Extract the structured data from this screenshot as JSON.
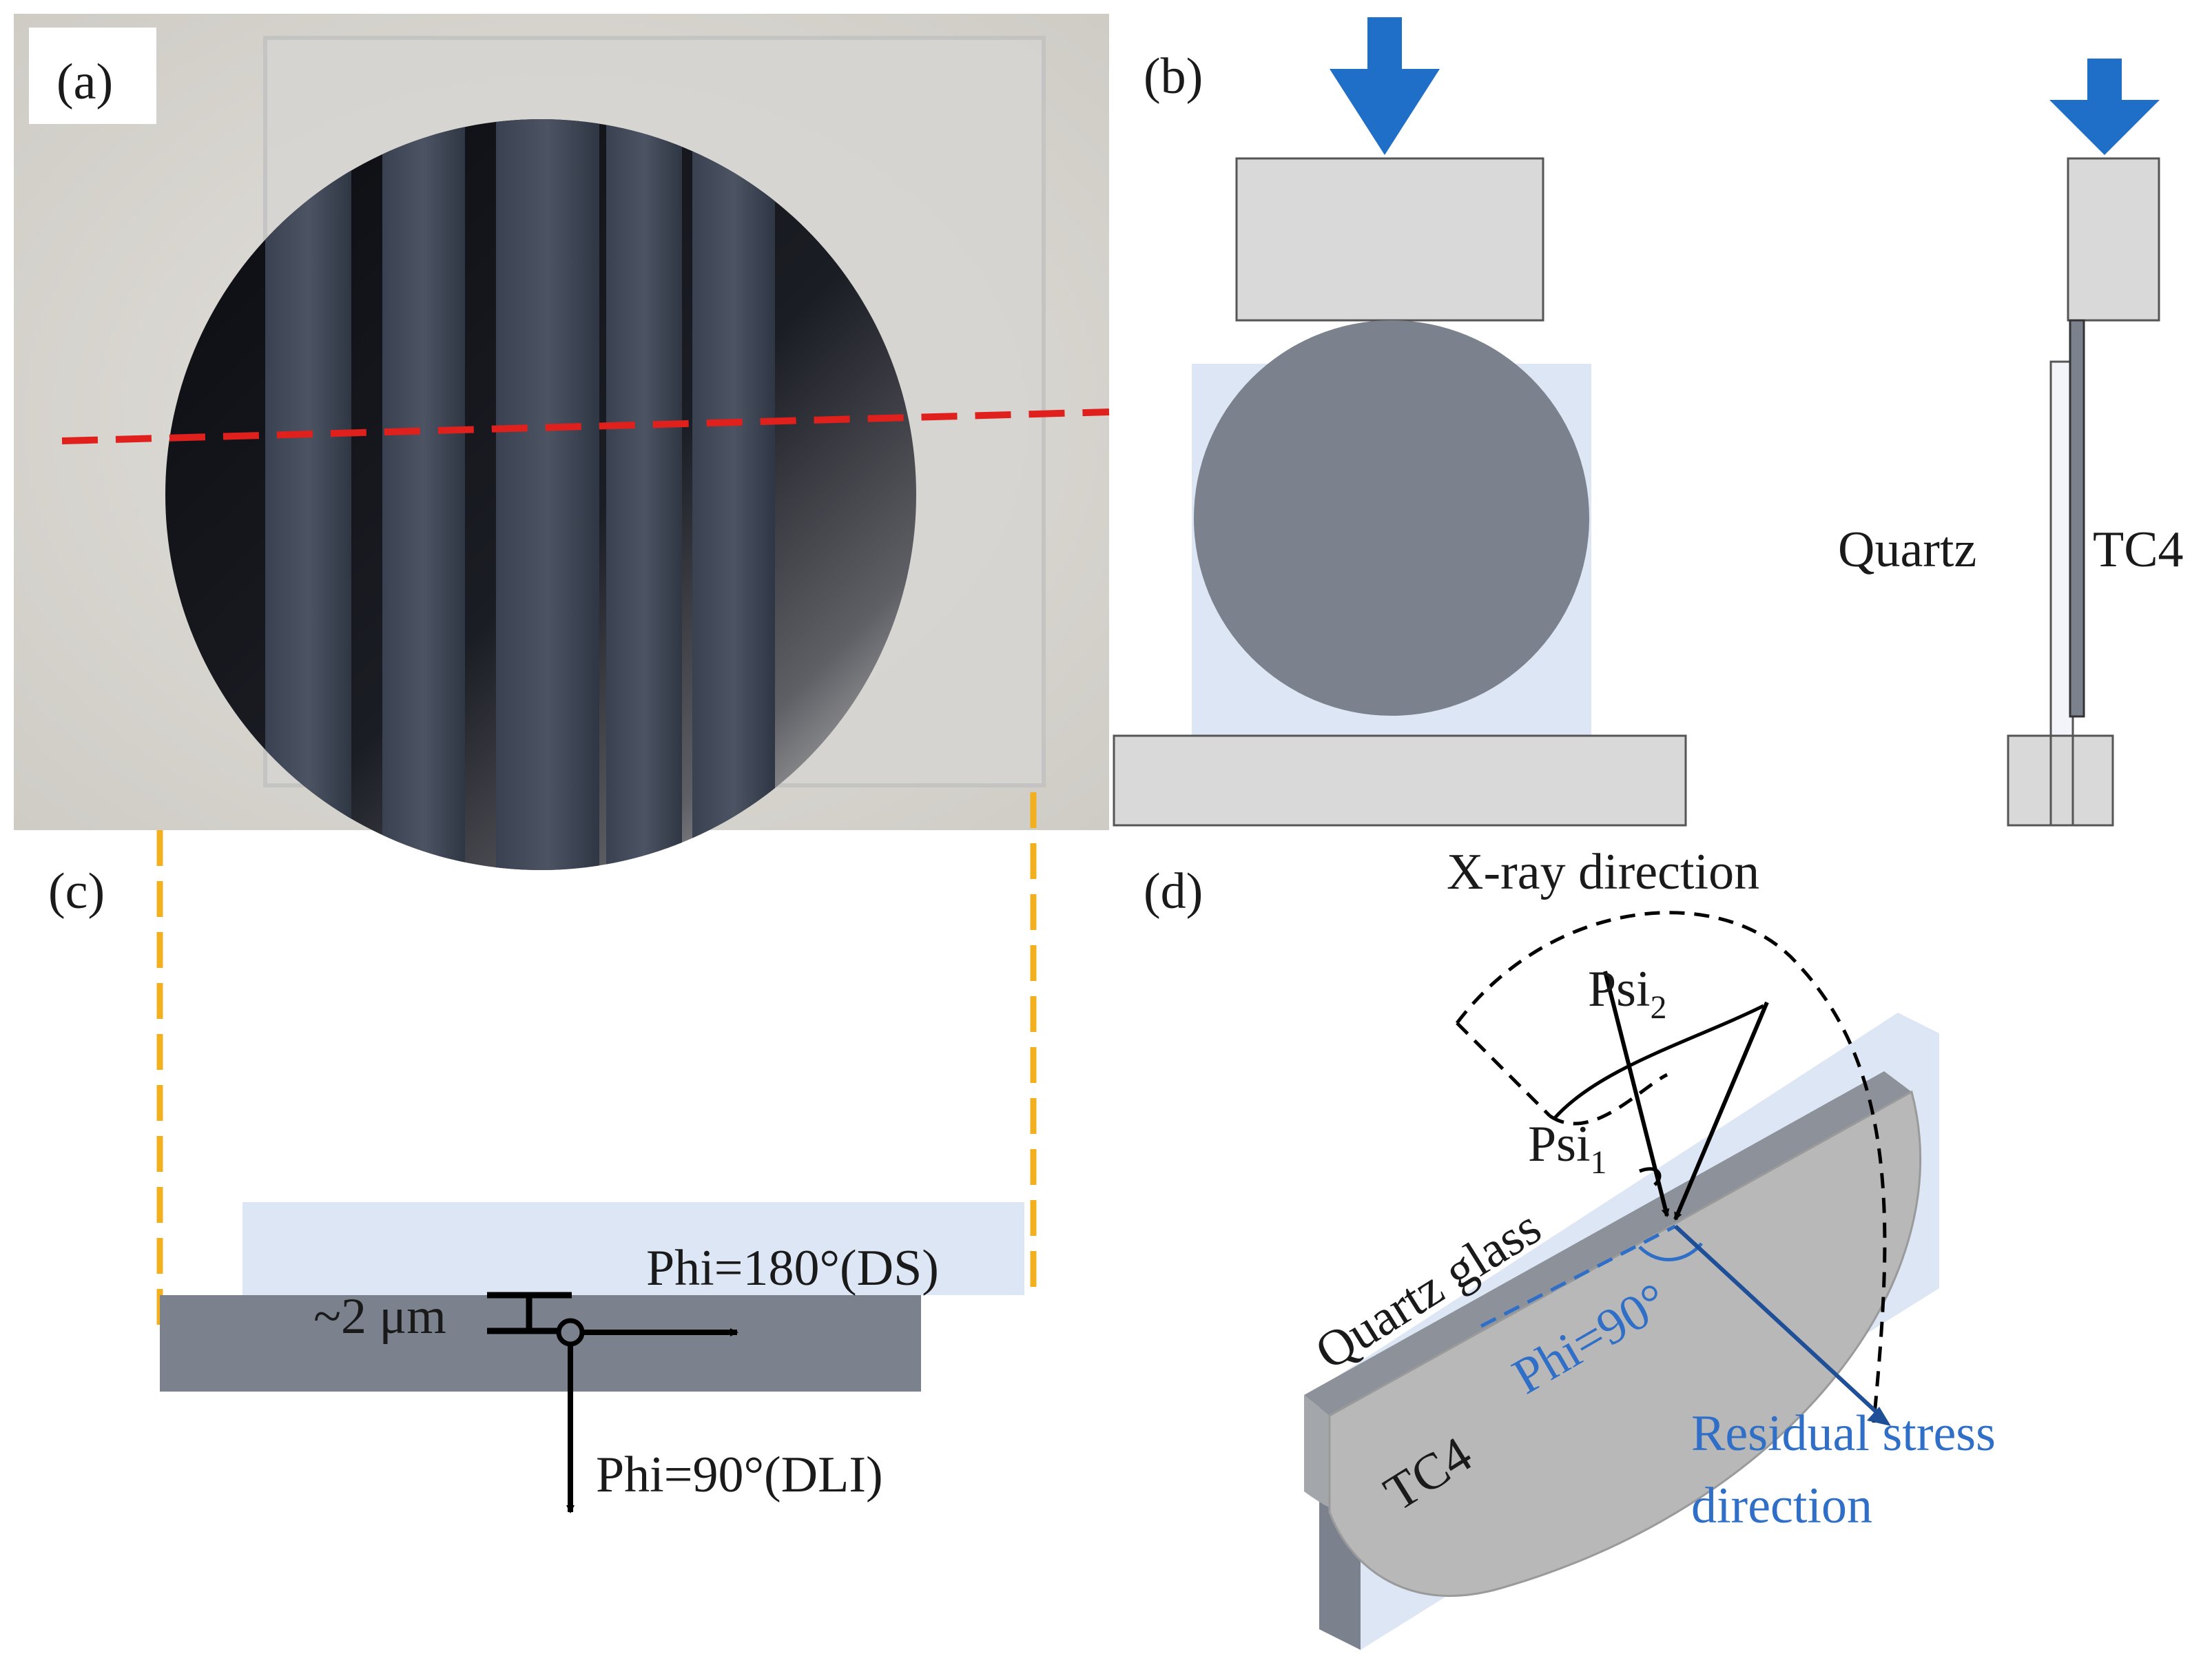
{
  "panels": {
    "a": {
      "label": "(a)"
    },
    "b": {
      "label": "(b)",
      "quartz_label": "Quartz",
      "tc4_label": "TC4"
    },
    "c": {
      "label": "(c)",
      "phi_ds": "Phi=180°(DS)",
      "thickness": "~2 μm",
      "phi_dli": "Phi=90°(DLI)"
    },
    "d": {
      "label": "(d)",
      "xray_direction": "X-ray direction",
      "psi2_base": "Psi",
      "psi2_sub": "2",
      "psi1_base": "Psi",
      "psi1_sub": "1",
      "quartz_glass": "Quartz glass",
      "tc4": "TC4",
      "phi90": "Phi=90°",
      "residual_line1": "Residual stress",
      "residual_line2": "direction"
    }
  },
  "colors": {
    "quartz_fill": "#dde6f4",
    "tc4_fill": "#7b828d",
    "fixture_fill": "#d9d9d9",
    "arrow_blue": "#1f6fc8",
    "red_dash": "#e0201c",
    "orange_dash": "#f2b01e",
    "annotation_blue": "#2f6fc7"
  }
}
